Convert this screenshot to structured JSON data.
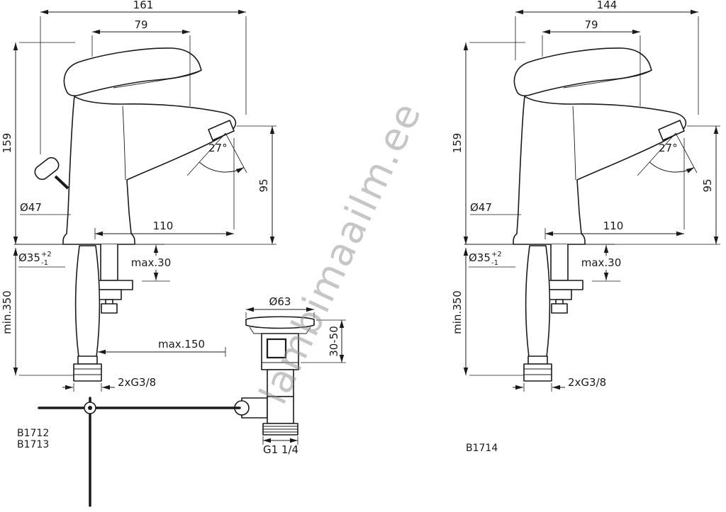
{
  "watermark": {
    "text": "lambimaailm.ee"
  },
  "colors": {
    "line": "#1a1a1a",
    "watermark": "#8f8f8f"
  },
  "left": {
    "codes": {
      "line1": "B1712",
      "line2": "B1713"
    },
    "dims": {
      "overall_width": "161",
      "spout_offset": "79",
      "height": "159",
      "angle": "27°",
      "spout_height": "95",
      "body_diameter": "Ø47",
      "spout_reach": "110",
      "hole_diameter": "Ø35",
      "hole_tol_plus": "+2",
      "hole_tol_minus": "-1",
      "deck_thickness": "max.30",
      "hose_length": "min.350",
      "rod_length": "max.150",
      "connection": "2xG3/8"
    },
    "drain": {
      "flange_diameter": "Ø63",
      "adjust_range": "30-50",
      "thread": "G1 1/4"
    }
  },
  "right": {
    "code": "B1714",
    "dims": {
      "overall_width": "144",
      "spout_offset": "79",
      "height": "159",
      "angle": "27°",
      "spout_height": "95",
      "body_diameter": "Ø47",
      "spout_reach": "110",
      "hole_diameter": "Ø35",
      "hole_tol_plus": "+2",
      "hole_tol_minus": "-1",
      "deck_thickness": "max.30",
      "hose_length": "min.350",
      "connection": "2xG3/8"
    }
  }
}
